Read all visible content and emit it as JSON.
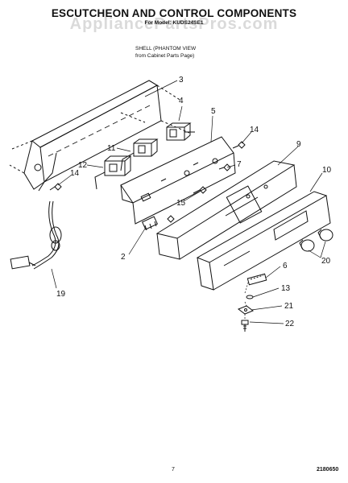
{
  "header": {
    "title": "ESCUTCHEON AND CONTROL COMPONENTS",
    "subtitle": "For Model: KUDS24SE1",
    "watermark": "AppliancePartsPros.com"
  },
  "note": {
    "line1": "SHELL (PHANTOM VIEW",
    "line2": "from Cabinet Parts Page)"
  },
  "callouts": {
    "c3": "3",
    "c4": "4",
    "c5": "5",
    "c14a": "14",
    "c9": "9",
    "c11": "11",
    "c7": "7",
    "c10": "10",
    "c12": "12",
    "c14b": "14",
    "c15": "15",
    "c2": "2",
    "c6": "6",
    "c20": "20",
    "c13": "13",
    "c21": "21",
    "c22": "22",
    "c19": "19"
  },
  "footer": {
    "page": "7",
    "part_number": "2180650"
  }
}
